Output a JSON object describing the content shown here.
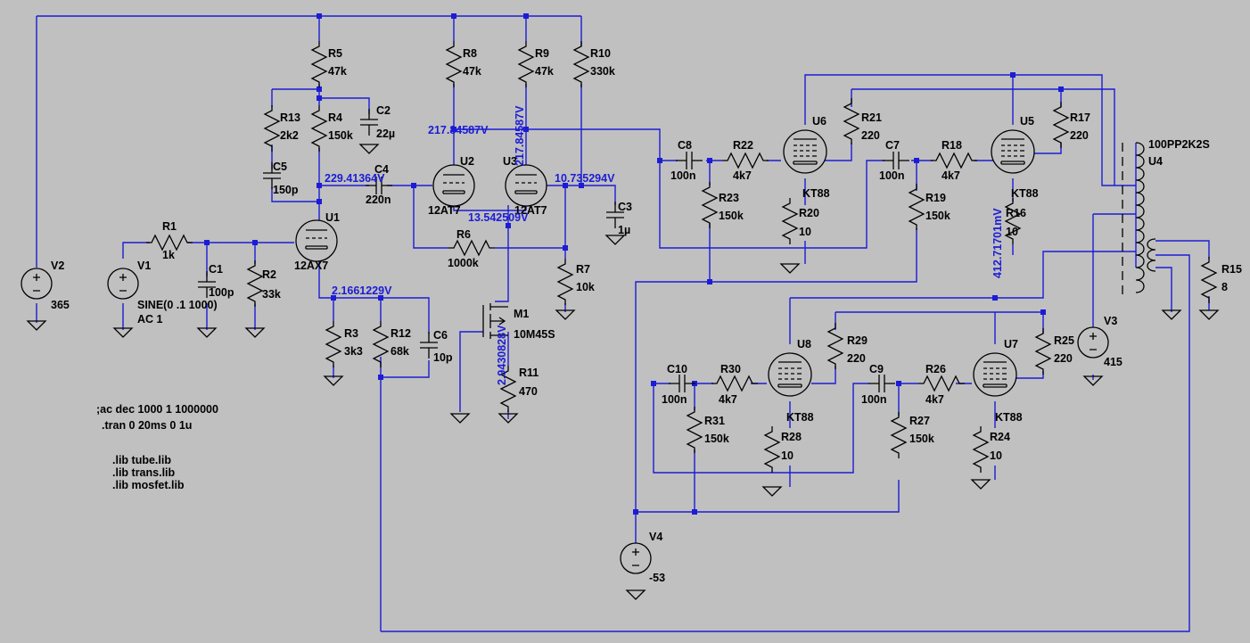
{
  "components": {
    "R1": {
      "ref": "R1",
      "value": "1k"
    },
    "R2": {
      "ref": "R2",
      "value": "33k"
    },
    "R3": {
      "ref": "R3",
      "value": "3k3"
    },
    "R4": {
      "ref": "R4",
      "value": "150k"
    },
    "R5": {
      "ref": "R5",
      "value": "47k"
    },
    "R6": {
      "ref": "R6",
      "value": "1000k"
    },
    "R7": {
      "ref": "R7",
      "value": "10k"
    },
    "R8": {
      "ref": "R8",
      "value": "47k"
    },
    "R9": {
      "ref": "R9",
      "value": "47k"
    },
    "R10": {
      "ref": "R10",
      "value": "330k"
    },
    "R11": {
      "ref": "R11",
      "value": "470"
    },
    "R12": {
      "ref": "R12",
      "value": "68k"
    },
    "R13": {
      "ref": "R13",
      "value": "2k2"
    },
    "R15": {
      "ref": "R15",
      "value": "8"
    },
    "R16": {
      "ref": "R16",
      "value": "10"
    },
    "R17": {
      "ref": "R17",
      "value": "220"
    },
    "R18": {
      "ref": "R18",
      "value": "4k7"
    },
    "R19": {
      "ref": "R19",
      "value": "150k"
    },
    "R20": {
      "ref": "R20",
      "value": "10"
    },
    "R21": {
      "ref": "R21",
      "value": "220"
    },
    "R22": {
      "ref": "R22",
      "value": "4k7"
    },
    "R23": {
      "ref": "R23",
      "value": "150k"
    },
    "R24": {
      "ref": "R24",
      "value": "10"
    },
    "R25": {
      "ref": "R25",
      "value": "220"
    },
    "R26": {
      "ref": "R26",
      "value": "4k7"
    },
    "R27": {
      "ref": "R27",
      "value": "150k"
    },
    "R28": {
      "ref": "R28",
      "value": "10"
    },
    "R29": {
      "ref": "R29",
      "value": "220"
    },
    "R30": {
      "ref": "R30",
      "value": "4k7"
    },
    "R31": {
      "ref": "R31",
      "value": "150k"
    },
    "C1": {
      "ref": "C1",
      "value": "100p"
    },
    "C2": {
      "ref": "C2",
      "value": "22µ"
    },
    "C3": {
      "ref": "C3",
      "value": "1µ"
    },
    "C4": {
      "ref": "C4",
      "value": "220n"
    },
    "C5": {
      "ref": "C5",
      "value": "150p"
    },
    "C6": {
      "ref": "C6",
      "value": "10p"
    },
    "C7": {
      "ref": "C7",
      "value": "100n"
    },
    "C8": {
      "ref": "C8",
      "value": "100n"
    },
    "C9": {
      "ref": "C9",
      "value": "100n"
    },
    "C10": {
      "ref": "C10",
      "value": "100n"
    },
    "U1": {
      "ref": "U1",
      "value": "12AX7"
    },
    "U2": {
      "ref": "U2",
      "value": "12AT7"
    },
    "U3": {
      "ref": "U3",
      "value": "12AT7"
    },
    "U4": {
      "ref": "U4",
      "value": "100PP2K2S"
    },
    "U5": {
      "ref": "U5",
      "value": "KT88"
    },
    "U6": {
      "ref": "U6",
      "value": "KT88"
    },
    "U7": {
      "ref": "U7",
      "value": "KT88"
    },
    "U8": {
      "ref": "U8",
      "value": "KT88"
    },
    "M1": {
      "ref": "M1",
      "value": "10M45S"
    },
    "V1": {
      "ref": "V1",
      "value": "SINE(0 .1 1000)",
      "value2": "AC 1"
    },
    "V2": {
      "ref": "V2",
      "value": "365"
    },
    "V3": {
      "ref": "V3",
      "value": "415"
    },
    "V4": {
      "ref": "V4",
      "value": "-53"
    }
  },
  "voltages": {
    "v1": "217.84587V",
    "v2": "217.84587V",
    "v3": "229.41364V",
    "v4": "10.735294V",
    "v5": "13.542509V",
    "v6": "2.1661229V",
    "v7": "2.9430828V",
    "v8": "412.71701mV"
  },
  "directives": {
    "d1": ";ac dec 1000 1 1000000",
    "d2": ".tran 0 20ms 0 1u",
    "d3": ".lib tube.lib",
    "d4": ".lib trans.lib",
    "d5": ".lib mosfet.lib"
  },
  "colors": {
    "background": "#c0c0c0",
    "wire": "#1c1cd6",
    "component": "#000000"
  }
}
